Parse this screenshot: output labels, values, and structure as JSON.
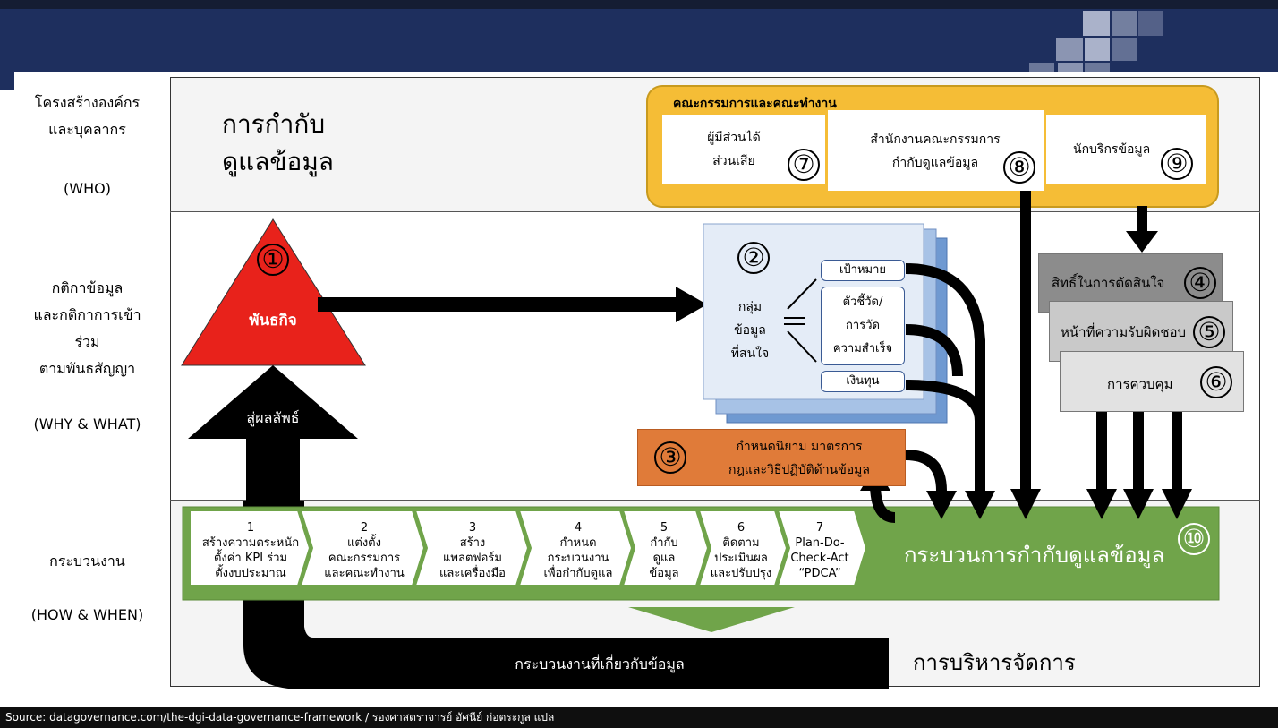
{
  "header": {
    "top_bar_color": "#1e2f5e"
  },
  "rows": {
    "who": {
      "label_lines": [
        "โครงสร้างองค์กร",
        "และบุคลากร"
      ],
      "code": "(WHO)"
    },
    "why_what": {
      "label_lines": [
        "กติกาข้อมูล",
        "และกติกาการเข้า",
        "ร่วม",
        "ตามพันธสัญญา"
      ],
      "code": "(WHY & WHAT)"
    },
    "how_when": {
      "label_lines": [
        "กระบวนงาน"
      ],
      "code": "(HOW & WHEN)"
    }
  },
  "governance_title": [
    "การกำกับ",
    "ดูแลข้อมูล"
  ],
  "committee": {
    "title": "คณะกรรมการและคณะทำงาน",
    "stakeholder": {
      "lines": [
        "ผู้มีส่วนได้",
        "ส่วนเสีย"
      ],
      "num": "⑦"
    },
    "office": {
      "lines": [
        "สำนักงานคณะกรรมการ",
        "กำกับดูแลข้อมูล"
      ],
      "num": "⑧"
    },
    "steward": {
      "label": "นักบริกรข้อมูล",
      "num": "⑨"
    }
  },
  "mission": {
    "num": "①",
    "label": "พันธกิจ",
    "color": "#e8221b"
  },
  "outcome_arrow_label": "สู่ผลลัพธ์",
  "data_group": {
    "num": "②",
    "lines": [
      "กลุ่ม",
      "ข้อมูล",
      "ที่สนใจ"
    ],
    "items": [
      "เป้าหมาย",
      "ตัวชี้วัด/",
      "การวัด",
      "ความสำเร็จ",
      "เงินทุน"
    ],
    "color": "#e4ecf7"
  },
  "definitions": {
    "num": "③",
    "lines": [
      "กำหนดนิยาม มาตรการ",
      "กฎและวิธีปฏิบัติด้านข้อมูล"
    ],
    "color": "#e07b39"
  },
  "roles": [
    {
      "label": "สิทธิ์ในการตัดสินใจ",
      "num": "④"
    },
    {
      "label": "หน้าที่ความรับผิดชอบ",
      "num": "⑤"
    },
    {
      "label": "การควบคุม",
      "num": "⑥"
    }
  ],
  "process": {
    "num": "⑩",
    "title": "กระบวนการกำกับดูแลข้อมูล",
    "color": "#70a44a",
    "steps": [
      {
        "n": "1",
        "lines": [
          "สร้างความตระหนัก",
          "ตั้งค่า KPI ร่วม",
          "ตั้งงบประมาณ"
        ]
      },
      {
        "n": "2",
        "lines": [
          "แต่งตั้ง",
          "คณะกรรมการ",
          "และคณะทำงาน"
        ]
      },
      {
        "n": "3",
        "lines": [
          "สร้าง",
          "แพลตฟอร์ม",
          "และเครื่องมือ"
        ]
      },
      {
        "n": "4",
        "lines": [
          "กำหนด",
          "กระบวนงาน",
          "เพื่อกำกับดูแล"
        ]
      },
      {
        "n": "5",
        "lines": [
          "กำกับ",
          "ดูแล",
          "ข้อมูล"
        ]
      },
      {
        "n": "6",
        "lines": [
          "ติดตาม",
          "ประเมินผล",
          "และปรับปรุง"
        ]
      },
      {
        "n": "7",
        "lines": [
          "Plan-Do-",
          "Check-Act",
          "“PDCA”"
        ]
      }
    ]
  },
  "data_process_label": "กระบวนงานที่เกี่ยวกับข้อมูล",
  "management_label": "การบริหารจัดการ",
  "footer": {
    "text": "Source: datagovernance.com/the-dgi-data-governance-framework / รองศาสตราจารย์ อัศนีย์ ก่อตระกูล แปล"
  }
}
